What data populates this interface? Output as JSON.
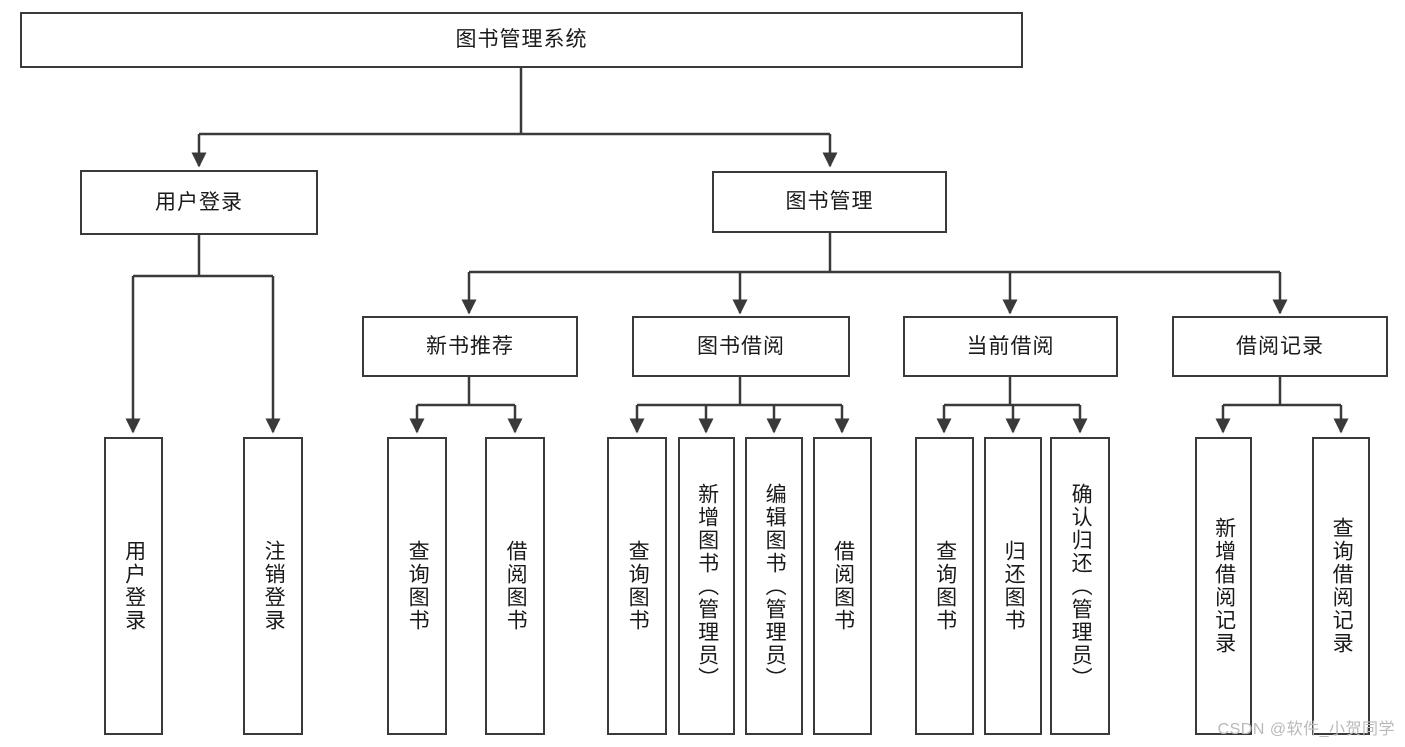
{
  "diagram": {
    "title": "图书管理系统",
    "type": "tree-hierarchy",
    "root": {
      "label": "图书管理系统"
    },
    "level2": [
      {
        "label": "用户登录"
      },
      {
        "label": "图书管理"
      }
    ],
    "level3": [
      {
        "label": "新书推荐"
      },
      {
        "label": "图书借阅"
      },
      {
        "label": "当前借阅"
      },
      {
        "label": "借阅记录"
      }
    ],
    "leaves": {
      "user_login": [
        {
          "label": "用户登录"
        },
        {
          "label": "注销登录"
        }
      ],
      "new_book_recommend": [
        {
          "label": "查询图书"
        },
        {
          "label": "借阅图书"
        }
      ],
      "book_borrow": [
        {
          "label": "查询图书"
        },
        {
          "label": "新增图书（管理员）"
        },
        {
          "label": "编辑图书（管理员）"
        },
        {
          "label": "借阅图书"
        }
      ],
      "current_borrow": [
        {
          "label": "查询图书"
        },
        {
          "label": "归还图书"
        },
        {
          "label": "确认归还（管理员）"
        }
      ],
      "borrow_record": [
        {
          "label": "新增借阅记录"
        },
        {
          "label": "查询借阅记录"
        }
      ]
    }
  },
  "watermark": {
    "text": "CSDN @软件_小贺同学"
  },
  "colors": {
    "stroke": "#3a3a3a",
    "text": "#1a1a1a",
    "background": "#ffffff",
    "watermark": "#b9b9b9"
  }
}
